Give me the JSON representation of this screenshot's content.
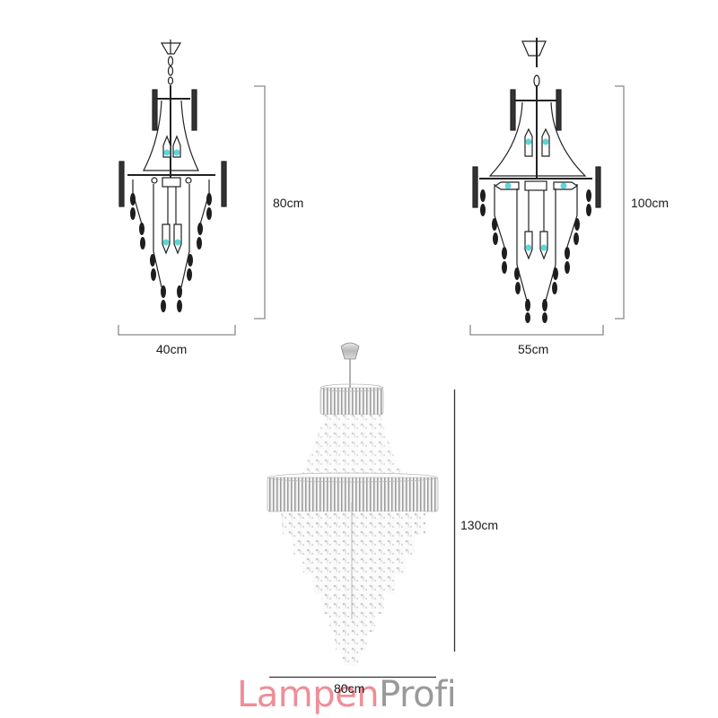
{
  "figure": {
    "type": "product dimension diagram",
    "colors": {
      "background": "#ffffff",
      "line_art": "#222222",
      "bulb_accent": "#5fd6d6",
      "dimension_line_light": "#8a8a8a",
      "dimension_line_dark": "#333333",
      "watermark_primary": "#ee8e98",
      "watermark_secondary": "#9a9a9a"
    }
  },
  "items": [
    {
      "name": "small crystal-drop chandelier",
      "style": "line drawing",
      "height_label": "80cm",
      "width_label": "40cm"
    },
    {
      "name": "medium crystal-drop chandelier",
      "style": "line drawing",
      "height_label": "100cm",
      "width_label": "55cm"
    },
    {
      "name": "large tiered crystal chandelier",
      "style": "photo",
      "height_label": "130cm",
      "width_label": "80cm"
    }
  ],
  "watermark": {
    "part1": "Lampen",
    "part2": "Profi"
  }
}
